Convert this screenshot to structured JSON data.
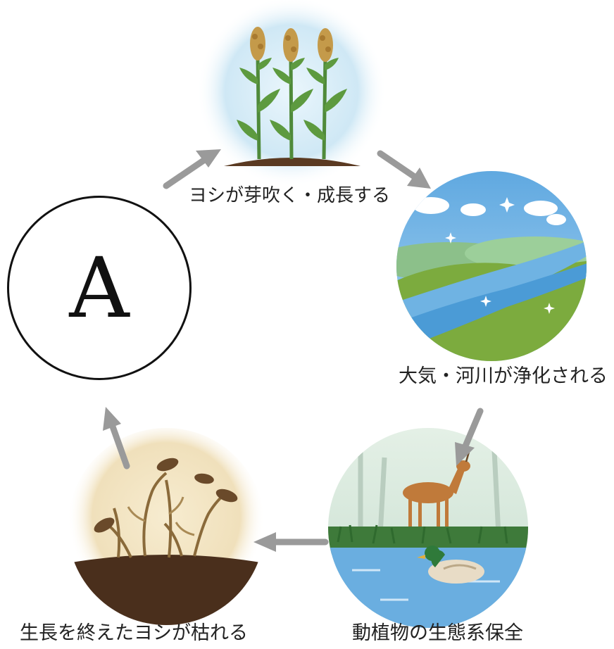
{
  "center_label": "A",
  "steps": [
    {
      "id": "sprout",
      "caption": "ヨシが芽吹く・成長する"
    },
    {
      "id": "purify",
      "caption": "大気・河川が浄化される"
    },
    {
      "id": "ecosystem",
      "caption": "動植物の生態系保全"
    },
    {
      "id": "wither",
      "caption": "生長を終えたヨシが枯れる"
    }
  ],
  "colors": {
    "arrow": "#9a9a9a",
    "sky": "#d6ecf7",
    "soil": "#5a3a22",
    "reed_stem": "#4f8a3a",
    "reed_head": "#c49a4a",
    "river": "#6fb3e3",
    "grass": "#7cab3e",
    "dry_bg": "#f3e6c6",
    "dry_plant": "#8a6a3a"
  }
}
